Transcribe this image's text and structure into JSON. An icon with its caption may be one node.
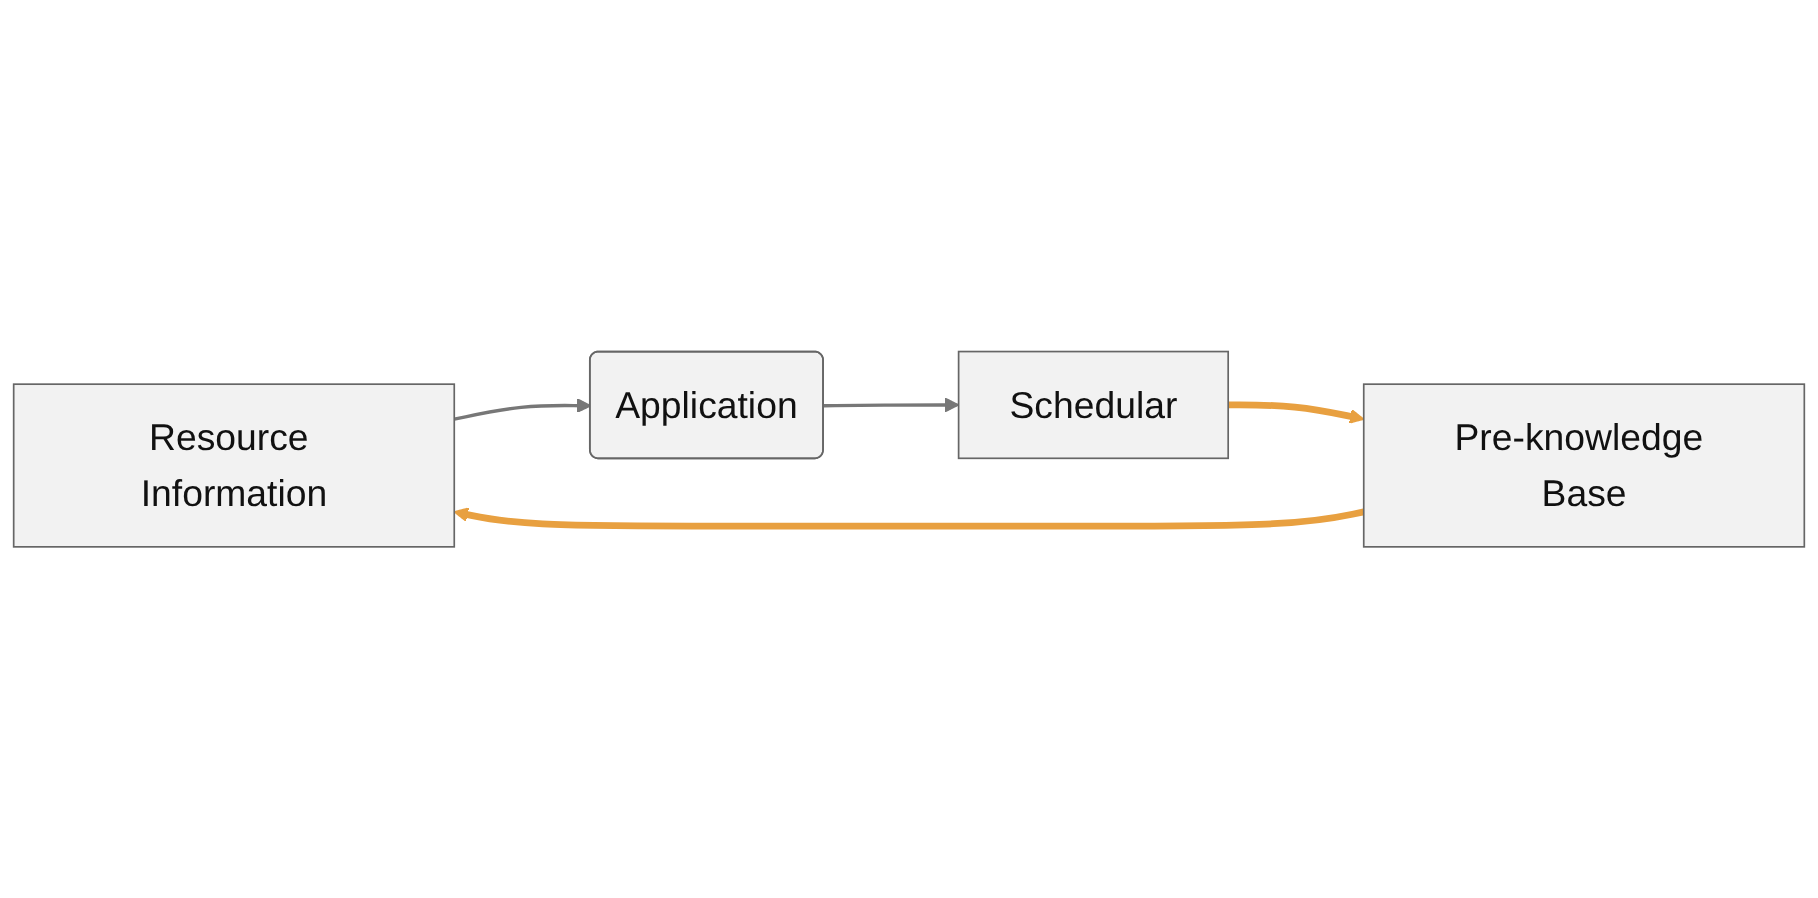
{
  "diagram": {
    "nodes": [
      {
        "text": [
          "Resource Information"
        ]
      },
      {
        "text": [
          "Application"
        ]
      },
      {
        "text": [
          "Schedular"
        ]
      },
      {
        "text": [
          "Pre-knowledge Base"
        ]
      }
    ],
    "edges": [
      {
        "from": 0,
        "to": 1,
        "arrow": "to"
      },
      {
        "from": 1,
        "to": 2,
        "arrow": "to"
      },
      {
        "from": 2,
        "to": 3,
        "arrow": "to",
        "style": "thick",
        "color": "#e8a040"
      },
      {
        "from": 3,
        "to": 0,
        "arrow": "to",
        "style": "thick",
        "color": "#e8a040"
      }
    ]
  }
}
